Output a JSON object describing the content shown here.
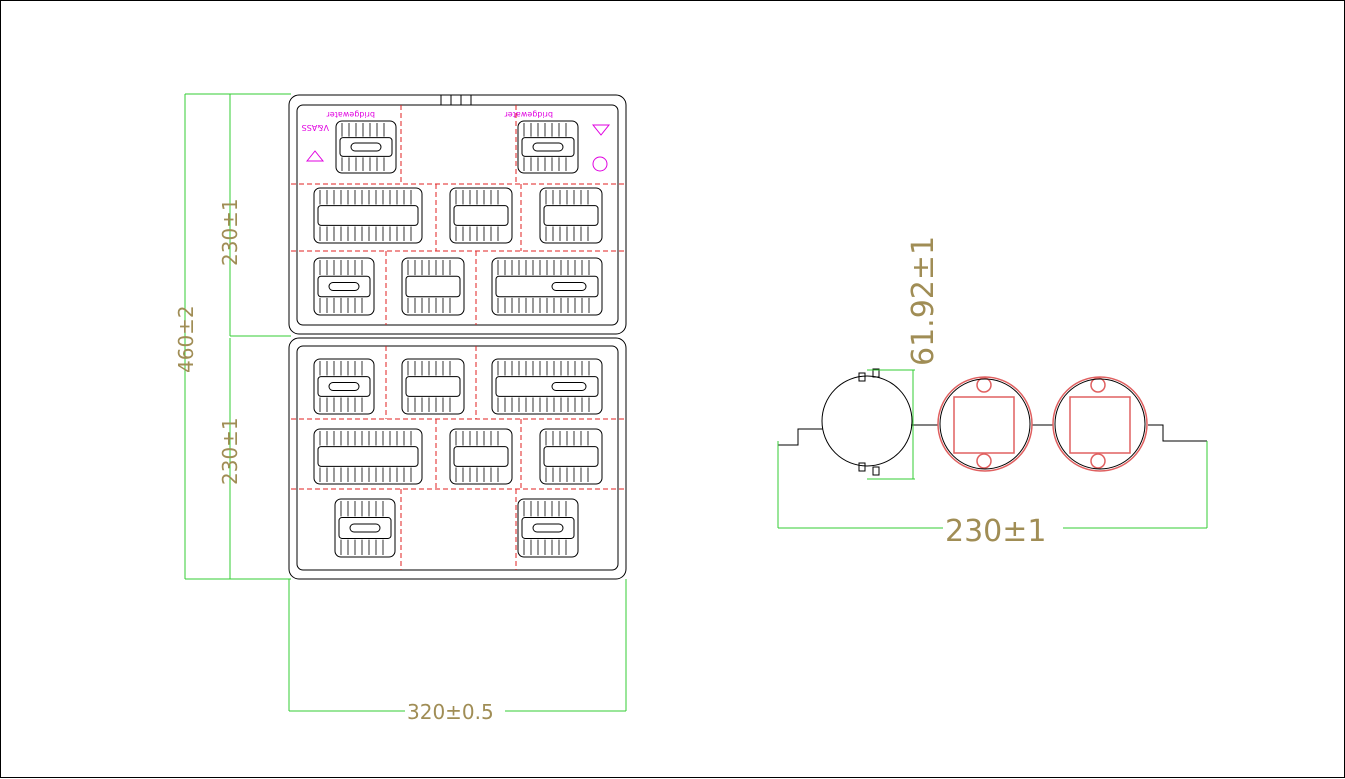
{
  "plan_view": {
    "overall_height_label": "460±2",
    "upper_height_label": "230±1",
    "lower_height_label": "230±1",
    "width_label": "320±0.5",
    "brand_text": "bridgewater",
    "corner_text": "V&ASS"
  },
  "section_view": {
    "depth_label": "61.92±1",
    "width_label": "230±1"
  },
  "colors": {
    "dimension": "#a08d55",
    "dimension_line": "#33cc33",
    "cut_line": "#e02020",
    "part_outline": "#e06060",
    "brand_mark": "#e000e0",
    "tray_outline": "#000000"
  }
}
